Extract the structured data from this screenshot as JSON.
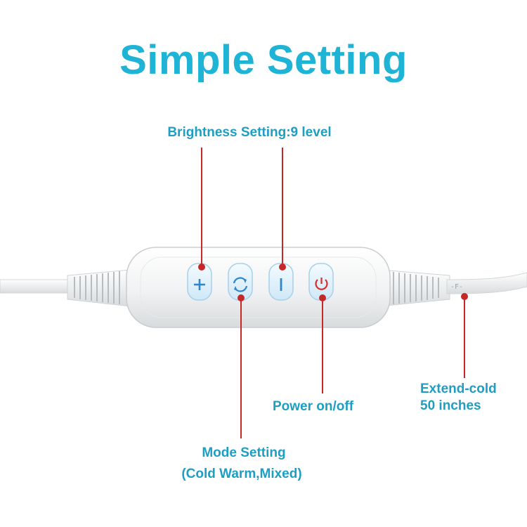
{
  "title": "Simple Setting",
  "labels": {
    "brightness": "Brightness Setting:9 level",
    "power": "Power on/off",
    "extend_line1": "Extend-cold",
    "extend_line2": "50 inches",
    "mode_line1": "Mode Setting",
    "mode_line2": "(Cold Warm,Mixed)"
  },
  "cord_mark": "-F-",
  "buttons": [
    {
      "name": "plus",
      "glyph": "+"
    },
    {
      "name": "mode",
      "glyph": "cycle"
    },
    {
      "name": "minus",
      "glyph": "|"
    },
    {
      "name": "power",
      "glyph": "power"
    }
  ],
  "colors": {
    "title": "#1fb3d6",
    "label": "#1e9ec2",
    "pointer": "#c62828",
    "button_icon": "#2f86c8",
    "power_icon": "#d62d2d"
  }
}
